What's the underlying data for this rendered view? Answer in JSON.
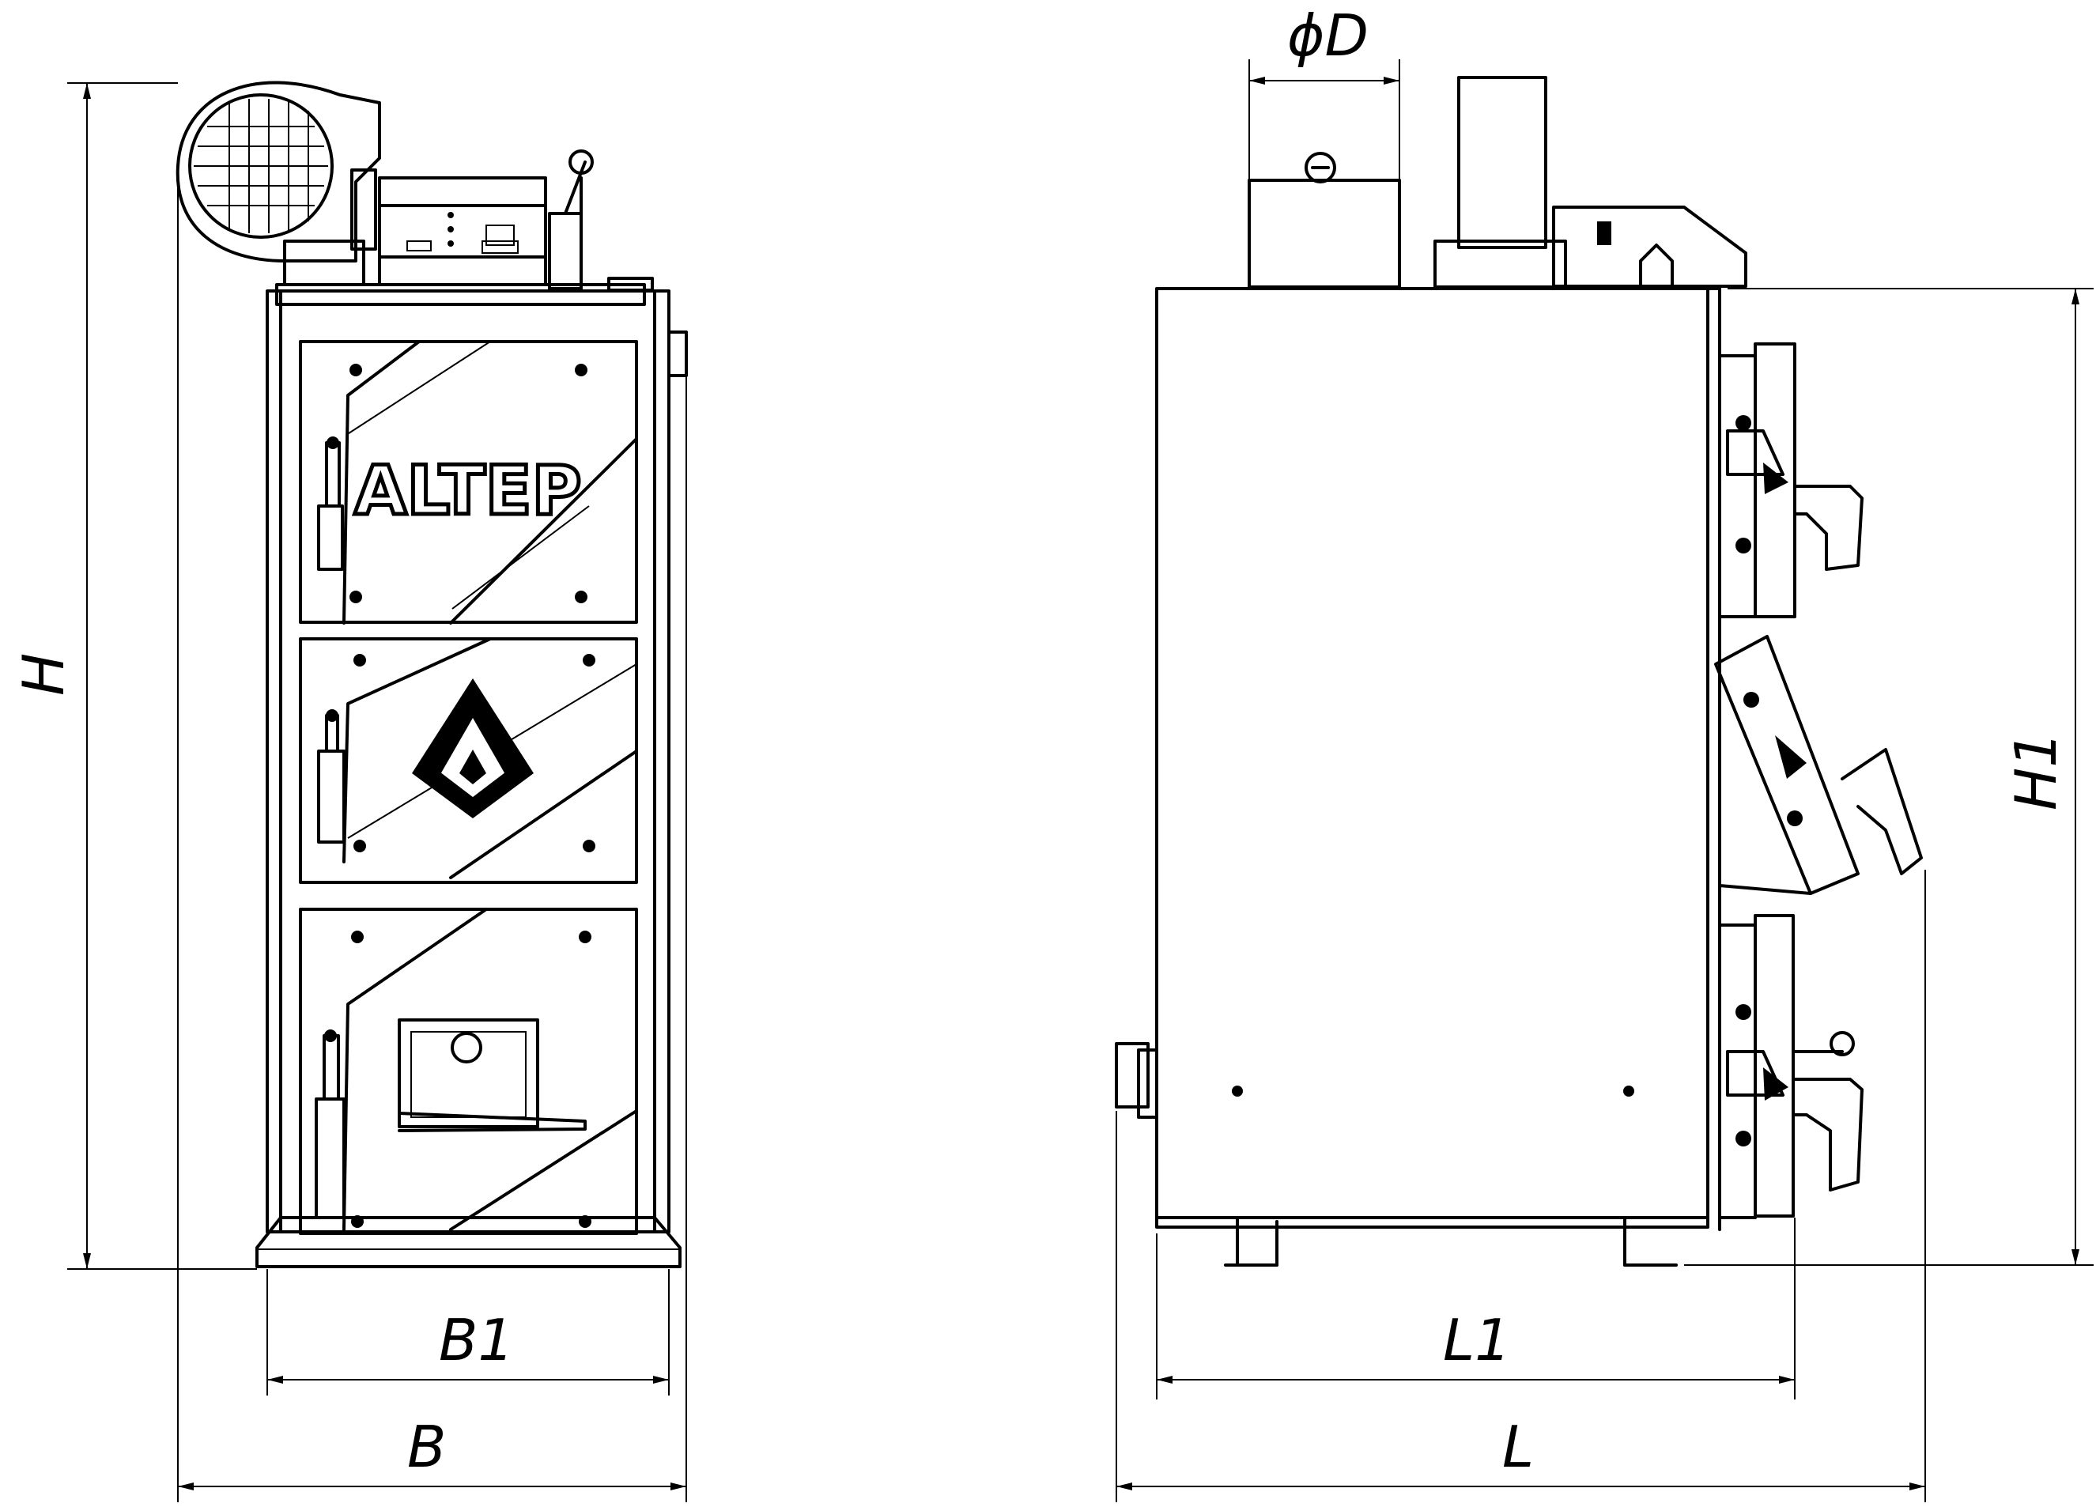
{
  "brand": "ALTEP",
  "dimensions": {
    "H": "H",
    "H1": "H1",
    "B": "B",
    "B1": "B1",
    "L": "L",
    "L1": "L1",
    "D": "ϕD"
  }
}
